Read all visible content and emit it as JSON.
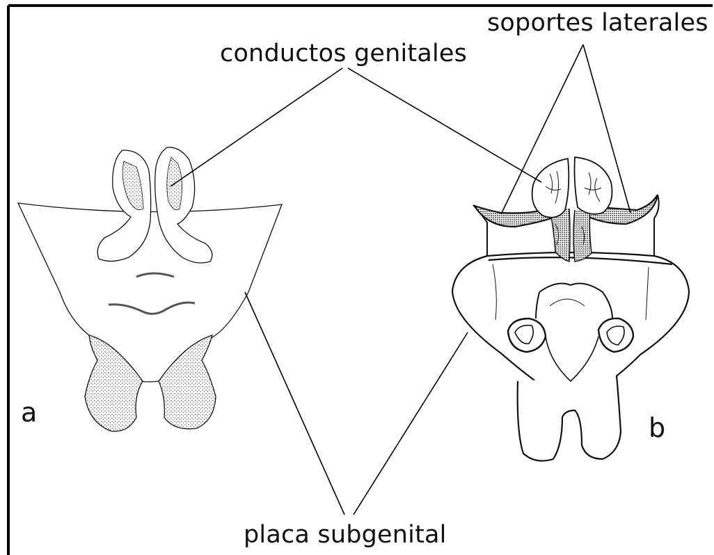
{
  "labels": {
    "conductos": "conductos genitales",
    "soportes": "soportes laterales",
    "placa": "placa subgenital",
    "panel_a": "a",
    "panel_b": "b"
  },
  "colors": {
    "ink": "#111111",
    "stipple": "#444444",
    "background": "#ffffff",
    "frame": "#000000"
  }
}
